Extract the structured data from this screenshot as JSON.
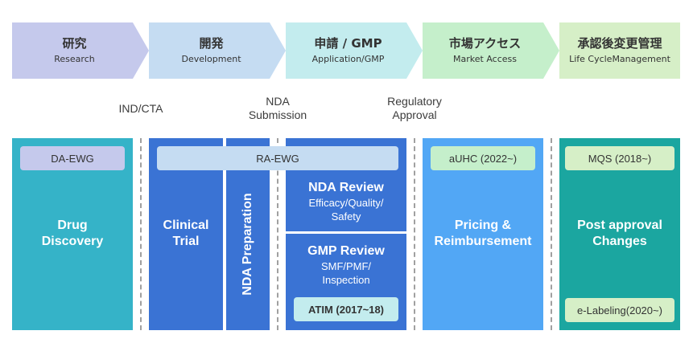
{
  "phases": [
    {
      "jp": "研究",
      "en": "Research",
      "color": "#c5c9ec"
    },
    {
      "jp": "開発",
      "en": "Development",
      "color": "#c5dcf2"
    },
    {
      "jp": "申請 / GMP",
      "en": "Application/GMP",
      "color": "#c3ecee"
    },
    {
      "jp": "市場アクセス",
      "en": "Market Access",
      "color": "#c5efcb"
    },
    {
      "jp": "承認後変更管理",
      "en": "Life CycleManagement",
      "color": "#d6efc7"
    }
  ],
  "milestones": [
    {
      "label": "IND/CTA"
    },
    {
      "label": "NDA\nSubmission",
      "line1": "NDA",
      "line2": "Submission"
    },
    {
      "label": "Regulatory\nApproval",
      "line1": "Regulatory",
      "line2": "Approval"
    }
  ],
  "columns": {
    "drug_discovery": {
      "tag": "DA-EWG",
      "line1": "Drug",
      "line2": "Discovery",
      "color": "#35b3c8"
    },
    "clinical_trial": {
      "line1": "Clinical",
      "line2": "Trial",
      "color": "#3a73d4"
    },
    "nda_preparation": {
      "label": "NDA Preparation",
      "color": "#3a73d4"
    },
    "ra_ewg": {
      "tag": "RA-EWG"
    },
    "nda_review": {
      "title": "NDA Review",
      "line1": "Efficacy/Quality/",
      "line2": "Safety",
      "color": "#3a73d4"
    },
    "gmp_review": {
      "title": "GMP Review",
      "line1": "SMF/PMF/",
      "line2": "Inspection",
      "tag": "ATIM (2017~18)"
    },
    "pricing": {
      "tag": "aUHC (2022~)",
      "line1": "Pricing &",
      "line2": "Reimbursement",
      "color": "#52a7f5"
    },
    "post_approval": {
      "tag": "MQS (2018~)",
      "line1": "Post approval",
      "line2": "Changes",
      "bottom_tag": "e-Labeling(2020~)",
      "color": "#1ba6a0"
    }
  }
}
